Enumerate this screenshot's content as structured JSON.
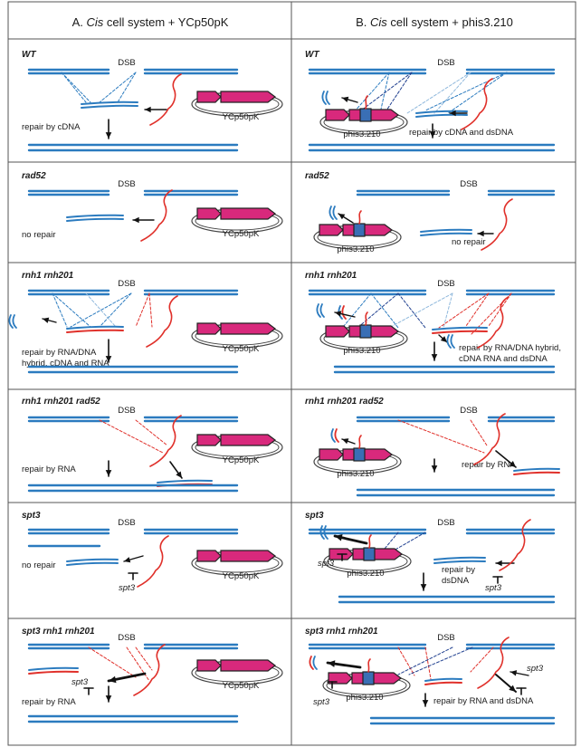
{
  "header": {
    "col_a": {
      "prefix": "A. ",
      "cis": "Cis",
      "suffix": " cell system + YCp50pK"
    },
    "col_b": {
      "prefix": "B. ",
      "cis": "Cis",
      "suffix": " cell system + phis3.210"
    }
  },
  "labels": {
    "dsb": "DSB",
    "plasmid_a": "YCp50pK",
    "plasmid_b": "phis3.210",
    "spt3": "spt3"
  },
  "rows": [
    {
      "name": "WT",
      "a_text": [
        "repair by cDNA"
      ],
      "b_text": [
        "repair by cDNA and dsDNA"
      ]
    },
    {
      "name": "rad52",
      "a_text": [
        "no repair"
      ],
      "b_text": [
        "no repair"
      ]
    },
    {
      "name": "rnh1 rnh201",
      "a_text": [
        "repair by RNA/DNA",
        "hybrid, cDNA and RNA"
      ],
      "b_text": [
        "repair by RNA/DNA hybrid,",
        "cDNA RNA and dsDNA"
      ]
    },
    {
      "name": "rnh1 rnh201 rad52",
      "a_text": [
        "repair by RNA"
      ],
      "b_text": [
        "repair by RNA"
      ]
    },
    {
      "name": "spt3",
      "a_text": [
        "no repair"
      ],
      "b_text": [
        "repair by",
        "dsDNA"
      ]
    },
    {
      "name": "spt3 rnh1 rnh201",
      "a_text": [
        "repair by RNA"
      ],
      "b_text": [
        "repair by RNA and dsDNA"
      ]
    }
  ],
  "colors": {
    "dna": "#2b7bbf",
    "dna_light": "#8fb8dc",
    "dna_dark": "#1f3f8f",
    "rna": "#e0302a",
    "gene": "#d8297c",
    "gene_box": "#3a6fb5"
  }
}
